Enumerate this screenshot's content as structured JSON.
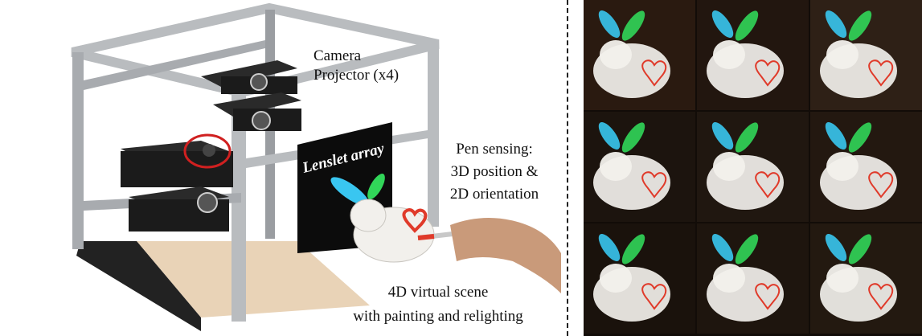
{
  "figure": {
    "labels": {
      "camera": "Camera",
      "projector": "Projector (x4)",
      "lenslet": "Lenslet array",
      "pen_line1": "Pen sensing:",
      "pen_line2": "3D position &",
      "pen_line3": "2D orientation",
      "scene_line1": "4D virtual scene",
      "scene_line2": "with painting and relighting"
    },
    "grid": {
      "rows": 3,
      "cols": 3,
      "tile_tints": [
        "#2a1a10",
        "#22160f",
        "#2e2016",
        "#1c140e",
        "#201710",
        "#231810",
        "#1a120c",
        "#1e150e",
        "#231910"
      ]
    },
    "colors": {
      "frame": "#b9bcbf",
      "ear_blue": "#39c6f0",
      "ear_green": "#31d659",
      "heart": "#e03a2a",
      "bunny": "#f2f0ec"
    }
  }
}
